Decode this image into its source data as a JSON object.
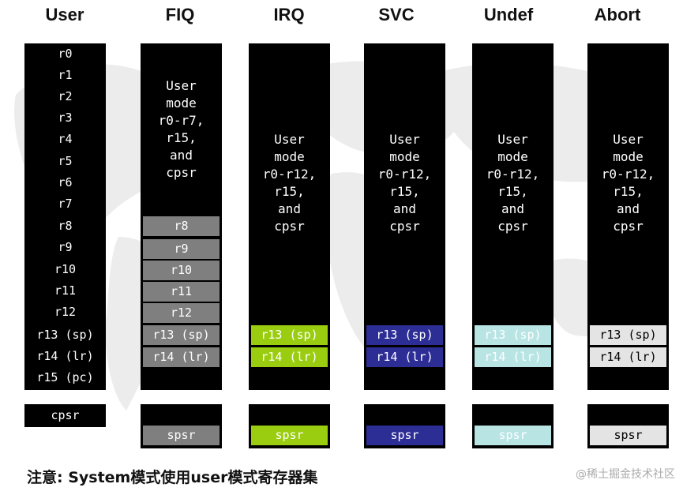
{
  "modes": [
    {
      "key": "user",
      "title": "User"
    },
    {
      "key": "fiq",
      "title": "FIQ"
    },
    {
      "key": "irq",
      "title": "IRQ"
    },
    {
      "key": "svc",
      "title": "SVC"
    },
    {
      "key": "undef",
      "title": "Undef"
    },
    {
      "key": "abort",
      "title": "Abort"
    }
  ],
  "user_registers": [
    "r0",
    "r1",
    "r2",
    "r3",
    "r4",
    "r5",
    "r6",
    "r7",
    "r8",
    "r9",
    "r10",
    "r11",
    "r12",
    "r13 (sp)",
    "r14 (lr)",
    "r15 (pc)"
  ],
  "fiq_shared_text": "User\nmode\nr0-r7,\nr15,\nand\ncpsr",
  "other_shared_text": "User\nmode\nr0-r12,\nr15,\nand\ncpsr",
  "fiq_banked": [
    "r8",
    "r9",
    "r10",
    "r11",
    "r12",
    "r13 (sp)",
    "r14 (lr)"
  ],
  "banked_common": [
    "r13 (sp)",
    "r14 (lr)"
  ],
  "cpsr_label": "cpsr",
  "spsr_label": "spsr",
  "colors": {
    "fiq": "#7f7f7f",
    "irq": "#9acd0f",
    "svc": "#2d2d96",
    "undef": "#b8e4e4",
    "abort": "#e4e4e4"
  },
  "note": "注意: System模式使用user模式寄存器集",
  "watermark": "@稀土掘金技术社区"
}
